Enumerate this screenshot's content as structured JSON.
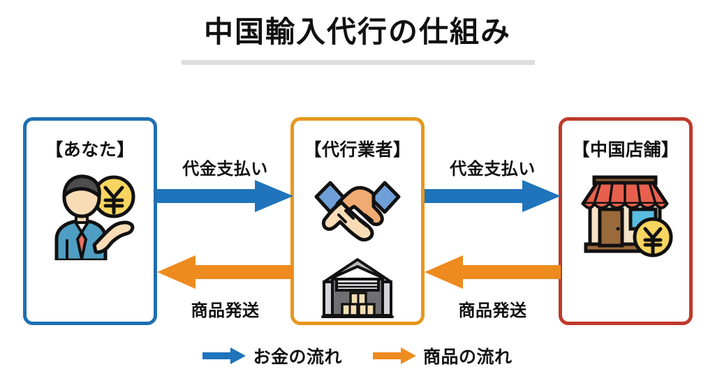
{
  "page": {
    "title": "中国輸入代行の仕組み",
    "background_color": "#ffffff",
    "rule_color": "#dddddd"
  },
  "colors": {
    "money_flow_blue": "#1f74bb",
    "goods_flow_orange": "#ed8b1f",
    "box_you_border": "#1f6fb2",
    "box_agent_border": "#e8971e",
    "box_store_border": "#c0392b",
    "text": "#111111"
  },
  "nodes": [
    {
      "id": "you",
      "label": "【あなた】",
      "border_color": "#1f6fb2",
      "icons": [
        "businessman-with-yen-coin-icon"
      ]
    },
    {
      "id": "agent",
      "label": "【代行業者】",
      "border_color": "#e8971e",
      "icons": [
        "handshake-icon",
        "warehouse-with-boxes-icon"
      ]
    },
    {
      "id": "store",
      "label": "【中国店舗】",
      "border_color": "#c0392b",
      "icons": [
        "storefront-with-yen-coin-icon"
      ]
    }
  ],
  "flows": [
    {
      "id": "payment-you-to-agent",
      "label": "代金支払い",
      "direction": "right",
      "color": "#1f74bb",
      "from": "you",
      "to": "agent",
      "kind": "money"
    },
    {
      "id": "payment-agent-to-store",
      "label": "代金支払い",
      "direction": "right",
      "color": "#1f74bb",
      "from": "agent",
      "to": "store",
      "kind": "money"
    },
    {
      "id": "shipping-agent-to-you",
      "label": "商品発送",
      "direction": "left",
      "color": "#ed8b1f",
      "from": "agent",
      "to": "you",
      "kind": "goods"
    },
    {
      "id": "shipping-store-to-agent",
      "label": "商品発送",
      "direction": "left",
      "color": "#ed8b1f",
      "from": "store",
      "to": "agent",
      "kind": "goods"
    }
  ],
  "legend": {
    "items": [
      {
        "id": "money",
        "label": "お金の流れ",
        "color": "#1f74bb",
        "icon": "arrow-right-icon"
      },
      {
        "id": "goods",
        "label": "商品の流れ",
        "color": "#ed8b1f",
        "icon": "arrow-right-icon"
      }
    ]
  }
}
